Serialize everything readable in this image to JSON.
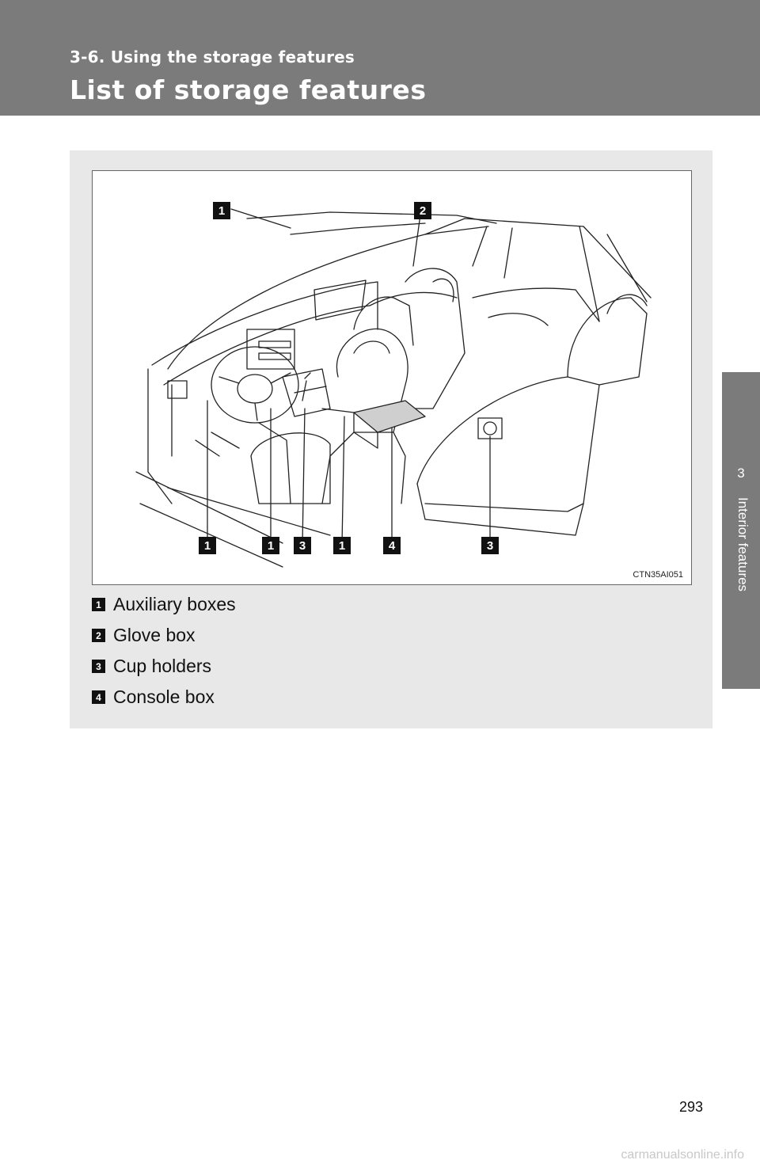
{
  "header": {
    "section": "3-6. Using the storage features",
    "title": "List of storage features"
  },
  "side_tab": {
    "chapter_number": "3",
    "chapter_title": "Interior features"
  },
  "figure": {
    "code": "CTN35AI051",
    "callouts": [
      "1",
      "2",
      "1",
      "1",
      "3",
      "1",
      "4",
      "3"
    ]
  },
  "legend": [
    {
      "number": "1",
      "label": "Auxiliary boxes"
    },
    {
      "number": "2",
      "label": "Glove box"
    },
    {
      "number": "3",
      "label": "Cup holders"
    },
    {
      "number": "4",
      "label": "Console box"
    }
  ],
  "page_number": "293",
  "watermark": "carmanualsonline.info"
}
